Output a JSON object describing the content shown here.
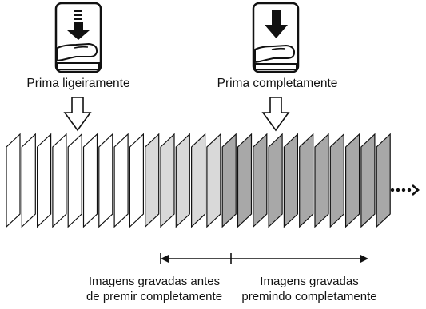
{
  "steps": [
    {
      "label": "Prima ligeiramente",
      "press": "half",
      "icon": "half-press-shutter-icon"
    },
    {
      "label": "Prima completamente",
      "press": "full",
      "icon": "full-press-shutter-icon"
    }
  ],
  "frames": {
    "groups": [
      {
        "name": "blank",
        "count": 9,
        "fill": "#ffffff"
      },
      {
        "name": "light",
        "count": 5,
        "fill": "#d9d9d9"
      },
      {
        "name": "dark",
        "count": 11,
        "fill": "#a8a8a8"
      }
    ],
    "continuation": "dotted-arrow"
  },
  "captions": {
    "before": [
      "Imagens gravadas antes",
      "de premir completamente"
    ],
    "after": [
      "Imagens gravadas",
      "premindo completamente"
    ]
  }
}
